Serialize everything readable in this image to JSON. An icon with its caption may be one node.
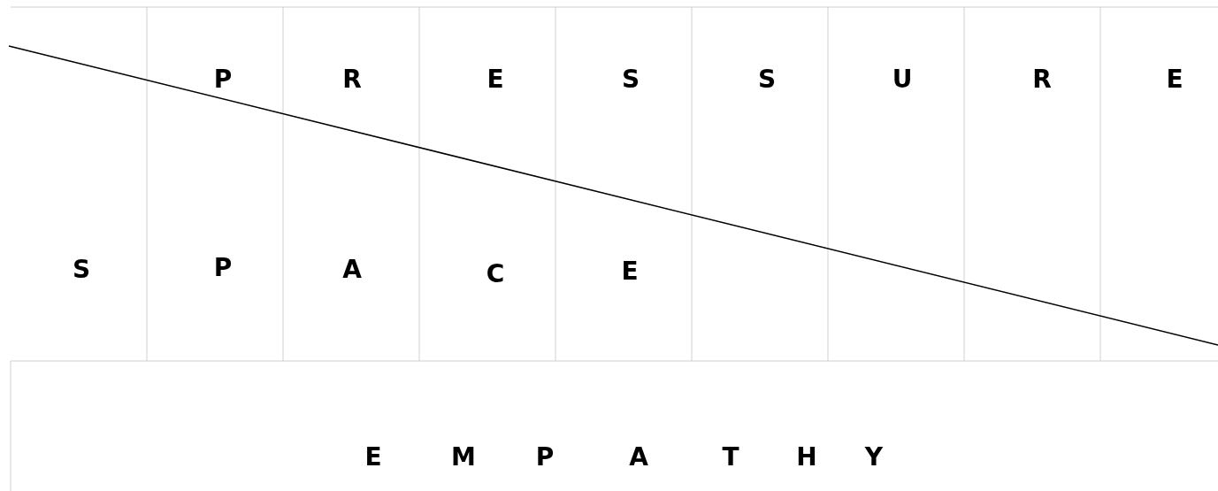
{
  "diagram": {
    "labels": [
      "P",
      "R",
      "E",
      "S",
      "S",
      "U",
      "R",
      "E",
      "S",
      "P",
      "A",
      "C",
      "E",
      "E",
      "M",
      "P",
      "A",
      "T",
      "H",
      "Y"
    ]
  }
}
